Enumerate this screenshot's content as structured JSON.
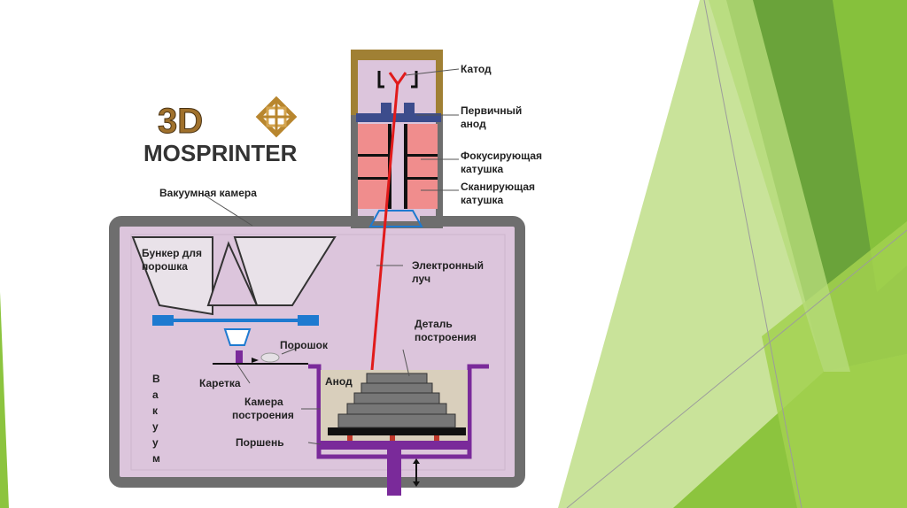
{
  "logo": {
    "mark": "3D",
    "name": "MOSPRINTER",
    "icon": "knot-emblem-icon"
  },
  "labels": {
    "cathode": "Катод",
    "primary_anode_1": "Первичный",
    "primary_anode_2": "анод",
    "focusing_coil_1": "Фокусирующая",
    "focusing_coil_2": "катушка",
    "scanning_coil_1": "Сканирующая",
    "scanning_coil_2": "катушка",
    "vacuum_chamber": "Вакуумная камера",
    "hopper_1": "Бункер для",
    "hopper_2": "порошка",
    "electron_beam_1": "Электронный",
    "electron_beam_2": "луч",
    "part_1": "Деталь",
    "part_2": "построения",
    "powder": "Порошок",
    "carriage": "Каретка",
    "anode": "Анод",
    "build_chamber_1": "Камера",
    "build_chamber_2": "построения",
    "piston": "Поршень",
    "vacuum_vertical": [
      "В",
      "а",
      "к",
      "у",
      "у",
      "м"
    ]
  },
  "colors": {
    "chamber_fill": "#dcc5dc",
    "chamber_border": "#6e6e6e",
    "beam": "#e11b1b",
    "coil": "#f08d8d",
    "anode_bar": "#3c4c8c",
    "carriage": "#7a2a9a",
    "piston": "#7a2a9a",
    "blue_part": "#1e7ad0",
    "green_dark": "#5c9a1c",
    "green_light": "#a9d160"
  }
}
